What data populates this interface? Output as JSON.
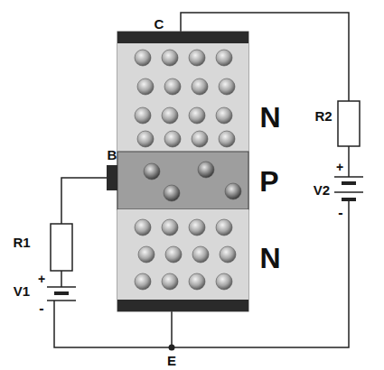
{
  "diagram": {
    "labels": [
      "C",
      "N",
      "R2",
      "+",
      "V2",
      "-",
      "B",
      "P",
      "R1",
      "N",
      "+",
      "V1",
      "-",
      "E"
    ]
  }
}
